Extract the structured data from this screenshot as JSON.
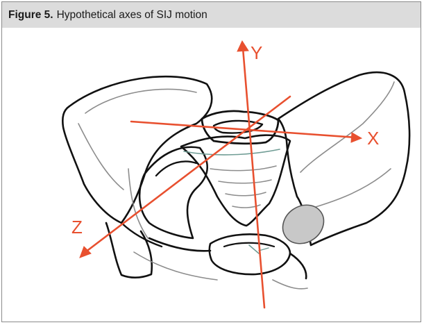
{
  "caption": {
    "label": "Figure 5.",
    "title": "Hypothetical axes of SIJ motion"
  },
  "axes": {
    "x_label": "X",
    "y_label": "Y",
    "z_label": "Z"
  },
  "colors": {
    "axis": "#e8502f",
    "outline": "#111111",
    "inner_line": "#8c8c8c",
    "sacral_line": "#6f9c94",
    "sij_fill": "#c8c8c8",
    "caption_bg": "#dcdcdc"
  }
}
